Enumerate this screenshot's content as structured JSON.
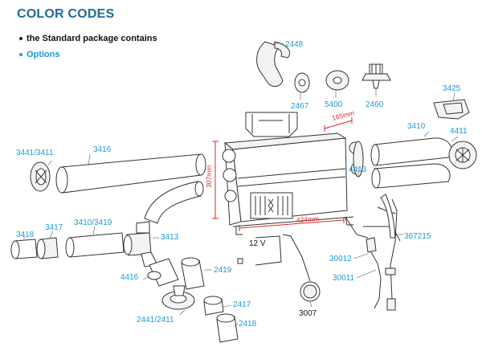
{
  "header": {
    "title": "COLOR CODES",
    "standard_label": "the Standard package contains",
    "options_label": "Options"
  },
  "colors": {
    "title": "#1f6c96",
    "standard": "#111111",
    "options": "#1a9ad6",
    "dimension": "#d62a2a"
  },
  "parts": {
    "p2448": "2448",
    "p2467": "2467",
    "p5400": "5400",
    "p2460": "2460",
    "p3425": "3425",
    "p3410": "3410",
    "p4411": "4411",
    "p4413": "4413",
    "p3441_3411": "3441/3411",
    "p3416": "3416",
    "p3418": "3418",
    "p3417": "3417",
    "p3410_3419": "3410/3419",
    "p3413": "3413",
    "p4416": "4416",
    "p2419": "2419",
    "p2417": "2417",
    "p2441_2411": "2441/2411",
    "p2418": "2418",
    "p367215": "367215",
    "p30012": "30012",
    "p30011": "30011",
    "p3007": "3007",
    "voltage": "12 V"
  },
  "dimensions": {
    "depth": "165mm",
    "height": "307mm",
    "width": "424mm"
  }
}
